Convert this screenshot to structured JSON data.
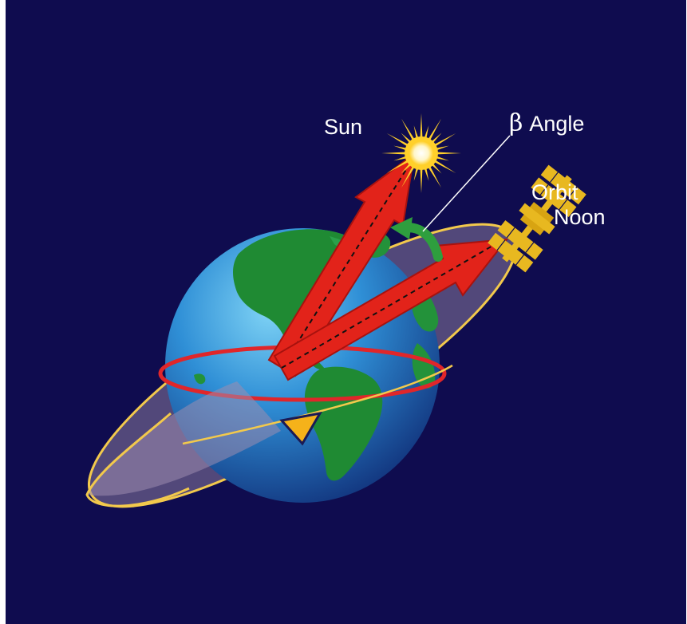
{
  "labels": {
    "sun": "Sun",
    "beta_symbol": "β",
    "beta_word": "Angle",
    "orbit": "Orbit",
    "noon": "Noon"
  },
  "colors": {
    "background": "#0f0c4f",
    "arrows": "#e2231a",
    "orbit_outline": "#f2c94c",
    "equator": "#e0262a",
    "angle_arrow": "#2e9e3e",
    "sun": "#ffd02a",
    "station": "#e8b820",
    "marker": "#f5b21a"
  },
  "icons": {
    "sun": "sun-icon",
    "station": "space-station-icon",
    "earth": "earth-globe",
    "marker": "triangle-marker-icon"
  }
}
